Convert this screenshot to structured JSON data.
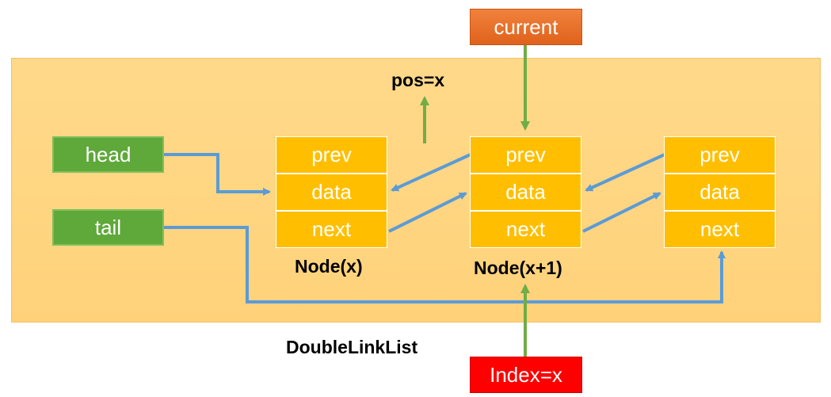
{
  "diagram": {
    "container_label": "DoubleLinkList",
    "pointers": {
      "head": "head",
      "tail": "tail",
      "current": "current",
      "index": "Index=x",
      "pos": "pos=x"
    },
    "field_labels": [
      "prev",
      "data",
      "next"
    ],
    "nodes": [
      {
        "label": "Node(x)"
      },
      {
        "label": "Node(x+1)"
      },
      {
        "label": ""
      }
    ],
    "colors": {
      "panel": "#ffd27a",
      "node_cell": "#ffbf00",
      "pointer_box": "#5fa83a",
      "current_box": "#e8702a",
      "index_box": "#ff0000",
      "link_arrow": "#5b9bd5",
      "pos_arrow": "#70ad47"
    }
  }
}
